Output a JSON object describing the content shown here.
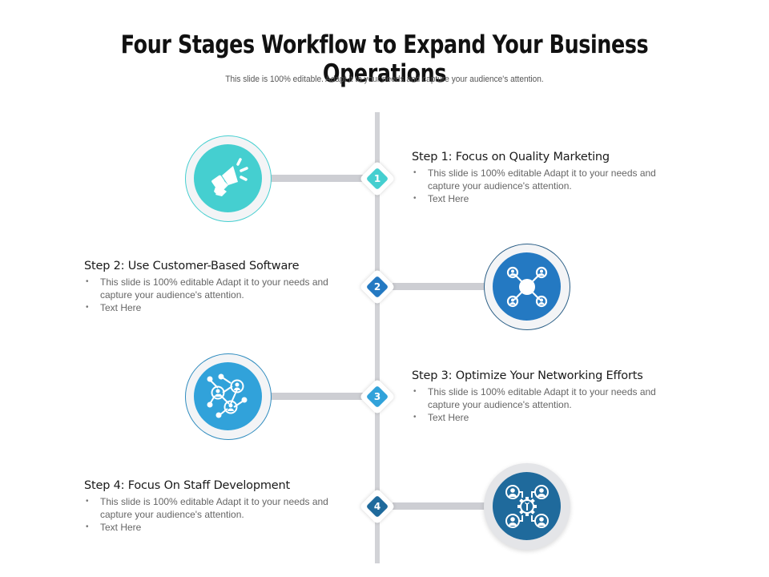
{
  "header": {
    "title": "Four Stages Workflow to Expand Your Business Operations",
    "subtitle": "This slide is 100% editable. Adapt it to your needs and capture your audience's attention."
  },
  "colors": {
    "step1": "#45cfd0",
    "step2": "#2479c2",
    "step3": "#31a2da",
    "step4": "#1f6a9c",
    "connector": "#cdced3"
  },
  "steps": [
    {
      "number": "1",
      "title": "Step 1: Focus on Quality Marketing",
      "bullets": [
        "This slide is 100% editable Adapt it to your needs and capture your audience's attention.",
        "Text Here"
      ],
      "icon": "megaphone-icon"
    },
    {
      "number": "2",
      "title": "Step 2: Use Customer-Based Software",
      "bullets": [
        "This slide is 100% editable Adapt it to your needs and capture your audience's attention.",
        "Text Here"
      ],
      "icon": "customer-network-icon"
    },
    {
      "number": "3",
      "title": "Step 3: Optimize Your Networking Efforts",
      "bullets": [
        "This slide is 100% editable Adapt it to your needs and capture your audience's attention.",
        "Text Here"
      ],
      "icon": "people-network-icon"
    },
    {
      "number": "4",
      "title": "Step 4: Focus On Staff Development",
      "bullets": [
        "This slide is 100% editable Adapt it to your needs and capture your audience's attention.",
        "Text Here"
      ],
      "icon": "staff-gear-icon"
    }
  ]
}
